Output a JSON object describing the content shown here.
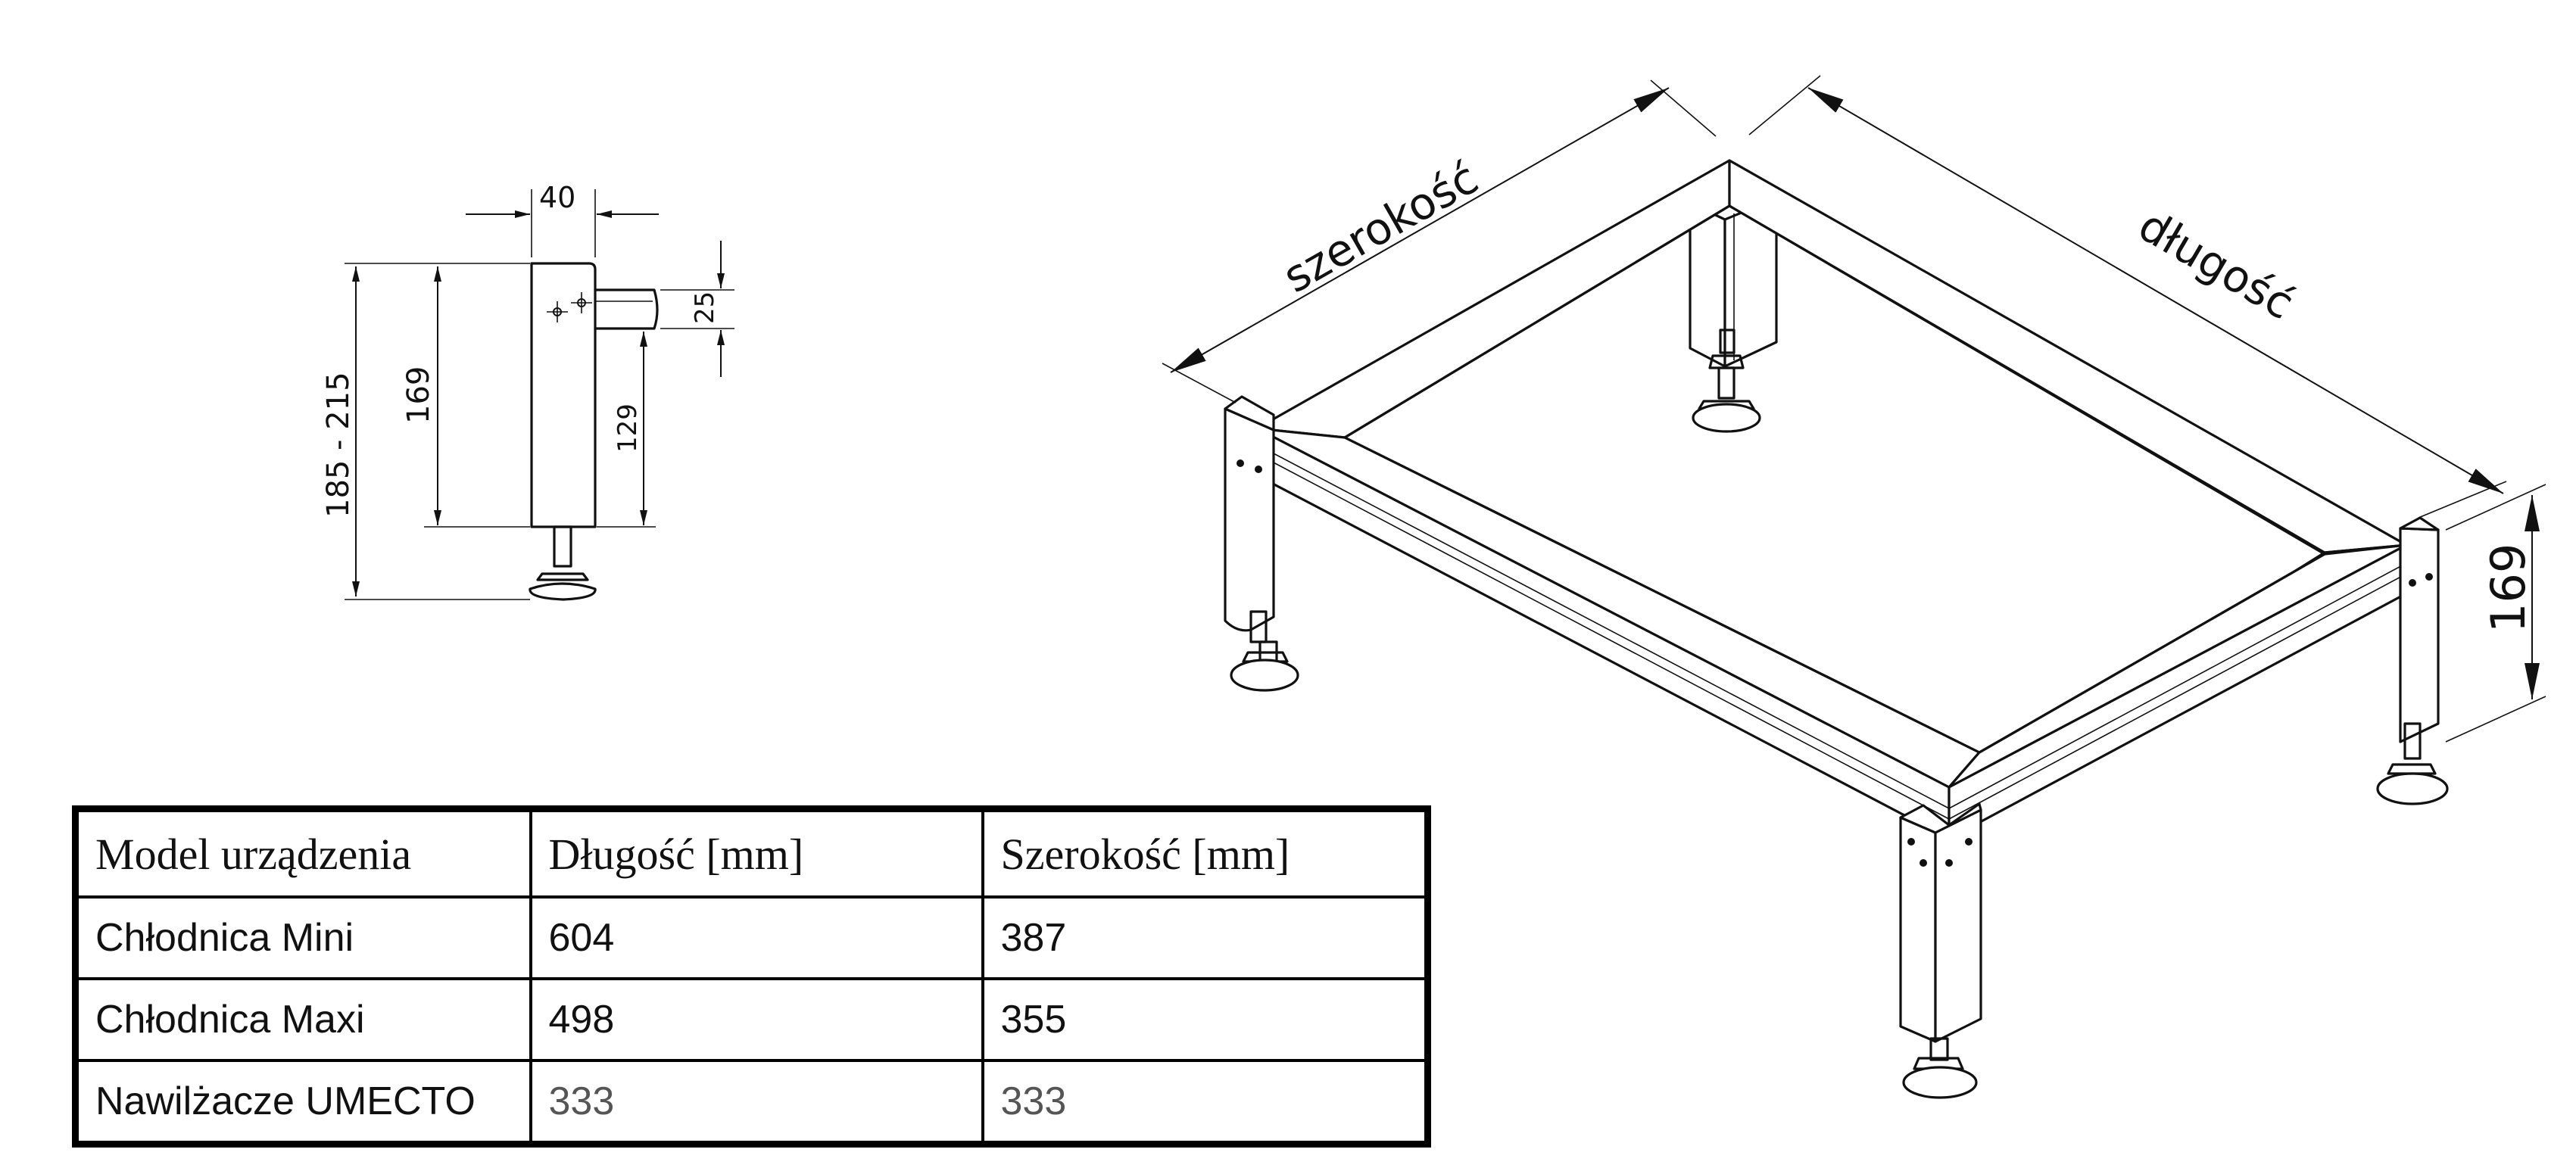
{
  "drawing": {
    "side_view": {
      "dim_width": "40",
      "dim_bracket": "25",
      "dim_total": "185 - 215",
      "dim_height": "169",
      "dim_bracket_height": "129"
    },
    "iso_view": {
      "label_width": "szerokość",
      "label_length": "długość",
      "label_height": "169"
    }
  },
  "table": {
    "headers": [
      "Model urządzenia",
      "Długość [mm]",
      "Szerokość [mm]"
    ],
    "rows": [
      [
        "Chłodnica Mini",
        "604",
        "387"
      ],
      [
        "Chłodnica Maxi",
        "498",
        "355"
      ],
      [
        "Nawilżacze UMECTO",
        "333",
        "333"
      ]
    ]
  }
}
